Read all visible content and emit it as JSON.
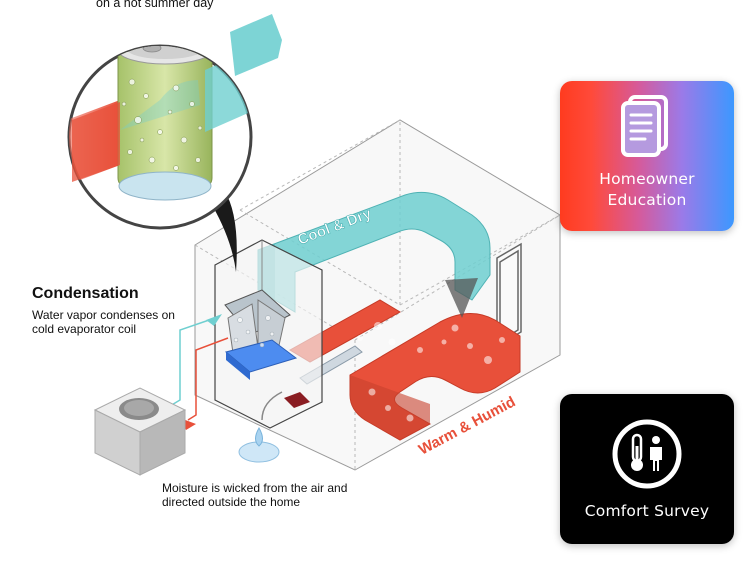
{
  "caption_top": "on a hot summer day",
  "condensation": {
    "title": "Condensation",
    "description": "Water vapor condenses on cold evaporator coil"
  },
  "moisture_note": "Moisture is wicked from the air and directed outside the home",
  "airflow": {
    "cool_label": "Cool & Dry",
    "warm_label": "Warm & Humid"
  },
  "cards": {
    "education": {
      "label_line1": "Homeowner",
      "label_line2": "Education",
      "icon": "document-icon"
    },
    "survey": {
      "label": "Comfort Survey",
      "icon": "thermometer-person-icon"
    }
  },
  "colors": {
    "cool": "#6fcfd0",
    "warm": "#e8503a",
    "edu_gradient_start": "#ff3b1f",
    "edu_gradient_end": "#3c98ff",
    "survey_bg": "#000000"
  }
}
